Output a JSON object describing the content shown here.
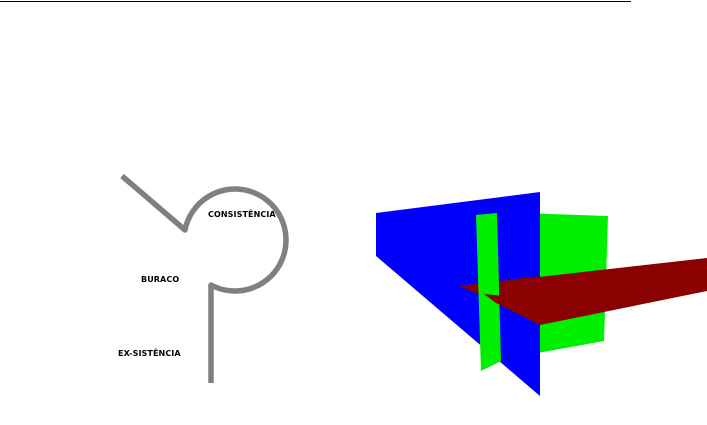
{
  "left_diagram": {
    "labels": {
      "consistencia": "CONSISTÊNCIA",
      "buraco": "BURACO",
      "exsistencia": "EX-SISTÊNCIA"
    },
    "stroke_color": "#808080"
  },
  "right_diagram": {
    "colors": {
      "blue_plane": "#0000FF",
      "green_plane": "#00EE00",
      "red_plane": "#8B0000"
    }
  }
}
